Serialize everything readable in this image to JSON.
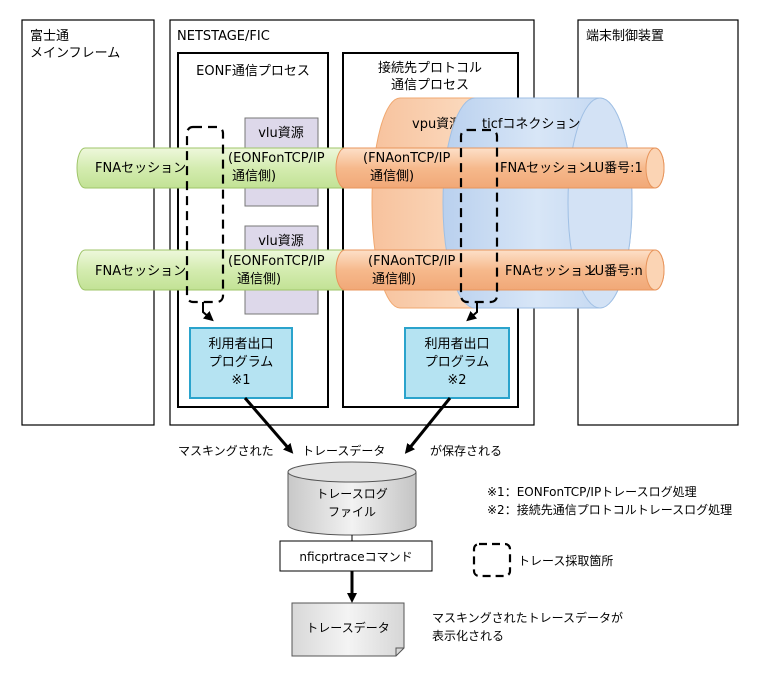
{
  "boxes": {
    "mainframe": [
      "富士通",
      "メインフレーム"
    ],
    "netstage": "NETSTAGE/FIC",
    "terminal": "端末制御装置",
    "eonf_process": "EONF通信プロセス",
    "conn_process": [
      "接続先プロトコル",
      "通信プロセス"
    ]
  },
  "resources": {
    "vlu": "vlu資源",
    "vpu": "vpu資源",
    "ticf": "ticfコネクション"
  },
  "sessions": {
    "fna_session": "FNAセッション",
    "eonf_side": [
      "(EONFonTCP/IP",
      "通信側)"
    ],
    "fna_side": [
      "(FNAonTCP/IP",
      "通信側)"
    ],
    "lu_1": "LU番号:1",
    "lu_n": "LU番号:n"
  },
  "exits": {
    "exit1": [
      "利用者出口",
      "プログラム",
      "※1"
    ],
    "exit2": [
      "利用者出口",
      "プログラム",
      "※2"
    ]
  },
  "flow": {
    "masked_label_a": "マスキングされた",
    "masked_label_b": "トレースデータ",
    "masked_label_c": "が保存される",
    "trace_log_file": [
      "トレースログ",
      "ファイル"
    ],
    "command": "nficprtraceコマンド",
    "trace_data": "トレースデータ",
    "display_note": [
      "マスキングされたトレースデータが",
      "表示化される"
    ]
  },
  "notes": {
    "note1": "※1：EONFonTCP/IPトレースログ処理",
    "note2": "※2：接続先通信プロトコルトレースログ処理",
    "legend": "トレース採取箇所"
  },
  "colors": {
    "green_tube": "#dff2c0",
    "orange_tube": "#f9c7a0",
    "blue_tube": "#c9dcf3",
    "vlu_box": "#ddd8ea",
    "exit_box": "#b5e3f2"
  }
}
